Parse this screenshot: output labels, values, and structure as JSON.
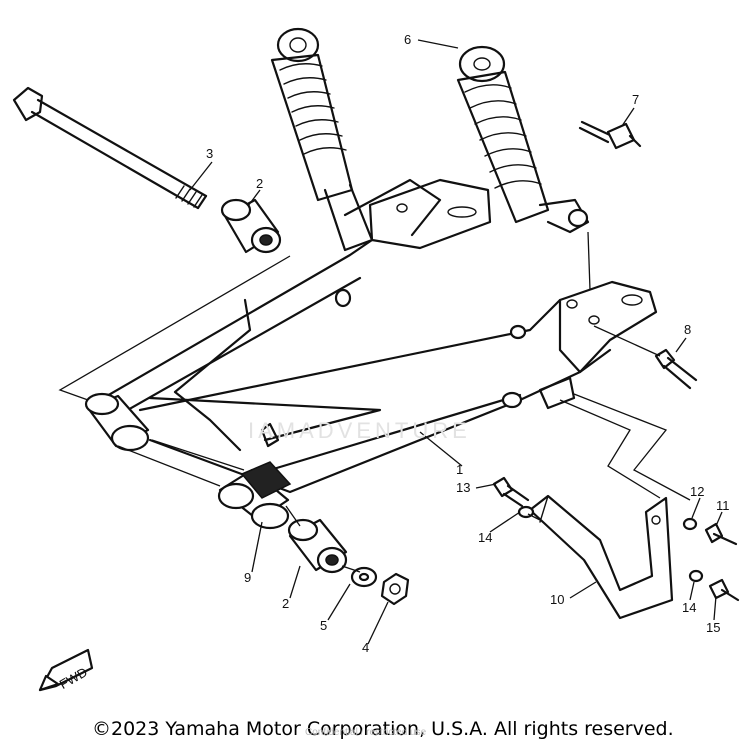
{
  "callouts": [
    {
      "id": "c1",
      "text": "1"
    },
    {
      "id": "c2a",
      "text": "2"
    },
    {
      "id": "c2b",
      "text": "2"
    },
    {
      "id": "c3",
      "text": "3"
    },
    {
      "id": "c4",
      "text": "4"
    },
    {
      "id": "c5",
      "text": "5"
    },
    {
      "id": "c6",
      "text": "6"
    },
    {
      "id": "c7",
      "text": "7"
    },
    {
      "id": "c8",
      "text": "8"
    },
    {
      "id": "c9",
      "text": "9"
    },
    {
      "id": "c10",
      "text": "10"
    },
    {
      "id": "c11",
      "text": "11"
    },
    {
      "id": "c12",
      "text": "12"
    },
    {
      "id": "c13",
      "text": "13"
    },
    {
      "id": "c14a",
      "text": "14"
    },
    {
      "id": "c14b",
      "text": "14"
    },
    {
      "id": "c15",
      "text": "15"
    }
  ],
  "fwd_label": "FWD",
  "copyright": "©2023 Yamaha Motor Corporation, U.S.A. All rights reserved.",
  "watermark": "IAMADVENTURE",
  "watermark_sub": "Confidential / restricted use"
}
